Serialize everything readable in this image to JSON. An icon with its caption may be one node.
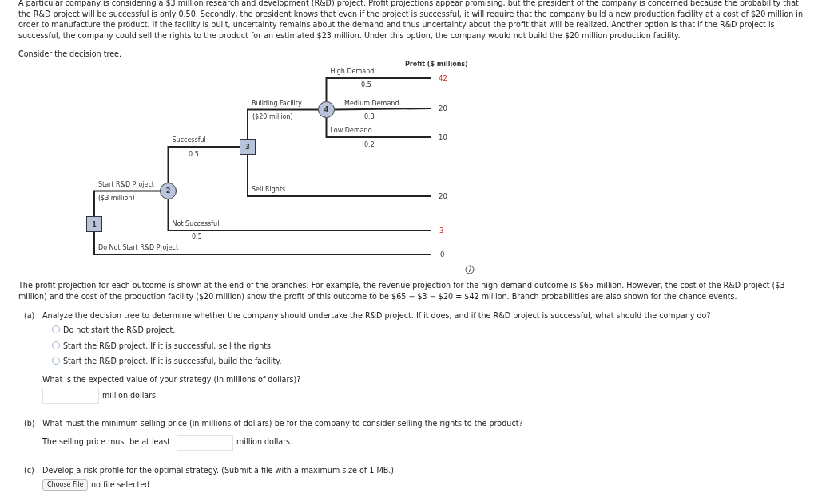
{
  "diagram": {
    "nodes": [
      {
        "text": [
          "1"
        ]
      },
      {
        "text": [
          "2"
        ]
      },
      {
        "text": [
          "3"
        ]
      },
      {
        "text": [
          "4"
        ]
      },
      {
        "text": [
          "42"
        ]
      },
      {
        "text": [
          "20"
        ]
      },
      {
        "text": [
          "10"
        ]
      },
      {
        "text": [
          "20"
        ]
      },
      {
        "text": [
          "−3"
        ]
      },
      {
        "text": [
          "0"
        ]
      }
    ],
    "edges": [
      {
        "from": 0,
        "to": 1,
        "arrow": "none",
        "label": "Start R&D Project"
      },
      {
        "from": 0,
        "to": 9,
        "arrow": "none",
        "label": "Do Not Start R&D Project"
      },
      {
        "from": 1,
        "to": 2,
        "arrow": "none",
        "label": "Successful"
      },
      {
        "from": 1,
        "to": 8,
        "arrow": "none",
        "label": "Not Successful"
      },
      {
        "from": 2,
        "to": 3,
        "arrow": "none",
        "label": "Building Facility"
      },
      {
        "from": 2,
        "to": 7,
        "arrow": "none",
        "label": "Sell Rights"
      },
      {
        "from": 3,
        "to": 4,
        "arrow": "none",
        "label": "High Demand"
      },
      {
        "from": 3,
        "to": 5,
        "arrow": "none",
        "label": "Medium Demand"
      },
      {
        "from": 3,
        "to": 6,
        "arrow": "none",
        "label": "Low Demand"
      }
    ],
    "labels": [
      "A particular company is considering a $3 million research and development (R&D) project. Profit projections appear promising, but the president of the company is concerned because the probability that the R&D project will be successful is only 0.50. Secondly, the president knows that even if the project is successful, it will require that the company build a new production facility at a cost of $20 million in order to manufacture the product. If the facility is built, uncertainty remains about the demand and thus uncertainty about the profit that will be realized. Another option is that if the R&D project is successful, the company could sell the rights to the product for an estimated $23 million. Under this option, the company would not build the $20 million production facility.",
      "Consider the decision tree.",
      "Profit ($ millions)",
      "0.5",
      "($20 million)",
      "0.3",
      "0.2",
      "0.5",
      "($3 million)",
      "0.5",
      "The profit projection for each outcome is shown at the end of the branches. For example, the revenue projection for the high-demand outcome is $65 million. However, the cost of the R&D project ($3 million) and the cost of the production facility ($20 million) show the profit of this outcome to be $65 − $3 − $20 = $42 million. Branch probabilities are also shown for the chance events.",
      "(a)",
      "Analyze the decision tree to determine whether the company should undertake the R&D project. If it does, and if the R&D project is successful, what should the company do?",
      "Do not start the R&D project.",
      "Start the R&D project. If it is successful, sell the rights.",
      "Start the R&D project. If it is successful, build the facility.",
      "What is the expected value of your strategy (in millions of dollars)?",
      "million dollars",
      "(b)",
      "What must the minimum selling price (in millions of dollars) be for the company to consider selling the rights to the product?",
      "The selling price must be at least",
      "million dollars.",
      "(c)",
      "Develop a risk profile for the optimal strategy. (Submit a file with a maximum size of 1 MB.)",
      "Choose File",
      "no file selected"
    ]
  }
}
